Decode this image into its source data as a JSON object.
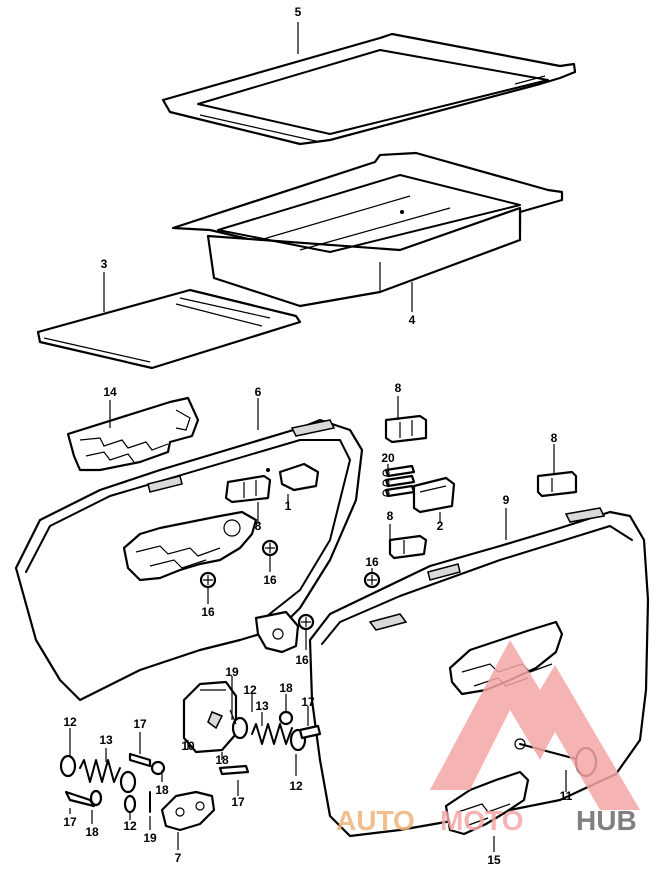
{
  "callouts": [
    {
      "id": "5",
      "text": "5"
    },
    {
      "id": "3",
      "text": "3"
    },
    {
      "id": "4",
      "text": "4"
    },
    {
      "id": "14",
      "text": "14"
    },
    {
      "id": "6",
      "text": "6"
    },
    {
      "id": "8a",
      "text": "8"
    },
    {
      "id": "8b",
      "text": "8"
    },
    {
      "id": "8c",
      "text": "8"
    },
    {
      "id": "8d",
      "text": "8"
    },
    {
      "id": "20",
      "text": "20"
    },
    {
      "id": "1",
      "text": "1"
    },
    {
      "id": "2",
      "text": "2"
    },
    {
      "id": "9",
      "text": "9"
    },
    {
      "id": "16a",
      "text": "16"
    },
    {
      "id": "16b",
      "text": "16"
    },
    {
      "id": "16c",
      "text": "16"
    },
    {
      "id": "16d",
      "text": "16"
    },
    {
      "id": "19a",
      "text": "19"
    },
    {
      "id": "12a",
      "text": "12"
    },
    {
      "id": "18a",
      "text": "18"
    },
    {
      "id": "17a",
      "text": "17"
    },
    {
      "id": "13a",
      "text": "13"
    },
    {
      "id": "10",
      "text": "10"
    },
    {
      "id": "17b",
      "text": "17"
    },
    {
      "id": "12b",
      "text": "12"
    },
    {
      "id": "13b",
      "text": "13"
    },
    {
      "id": "18b",
      "text": "18"
    },
    {
      "id": "12c",
      "text": "12"
    },
    {
      "id": "17c",
      "text": "17"
    },
    {
      "id": "18c",
      "text": "18"
    },
    {
      "id": "17d",
      "text": "17"
    },
    {
      "id": "18d",
      "text": "18"
    },
    {
      "id": "12d",
      "text": "12"
    },
    {
      "id": "19b",
      "text": "19"
    },
    {
      "id": "7",
      "text": "7"
    },
    {
      "id": "11",
      "text": "11"
    },
    {
      "id": "15",
      "text": "15"
    }
  ],
  "watermark": {
    "part1": "AUTO",
    "part2": "MOTO",
    "part3": "HUB",
    "color_main": "#f4a6a6",
    "color_accent": "#f0b37a",
    "color_dark": "#6b6b6b"
  }
}
